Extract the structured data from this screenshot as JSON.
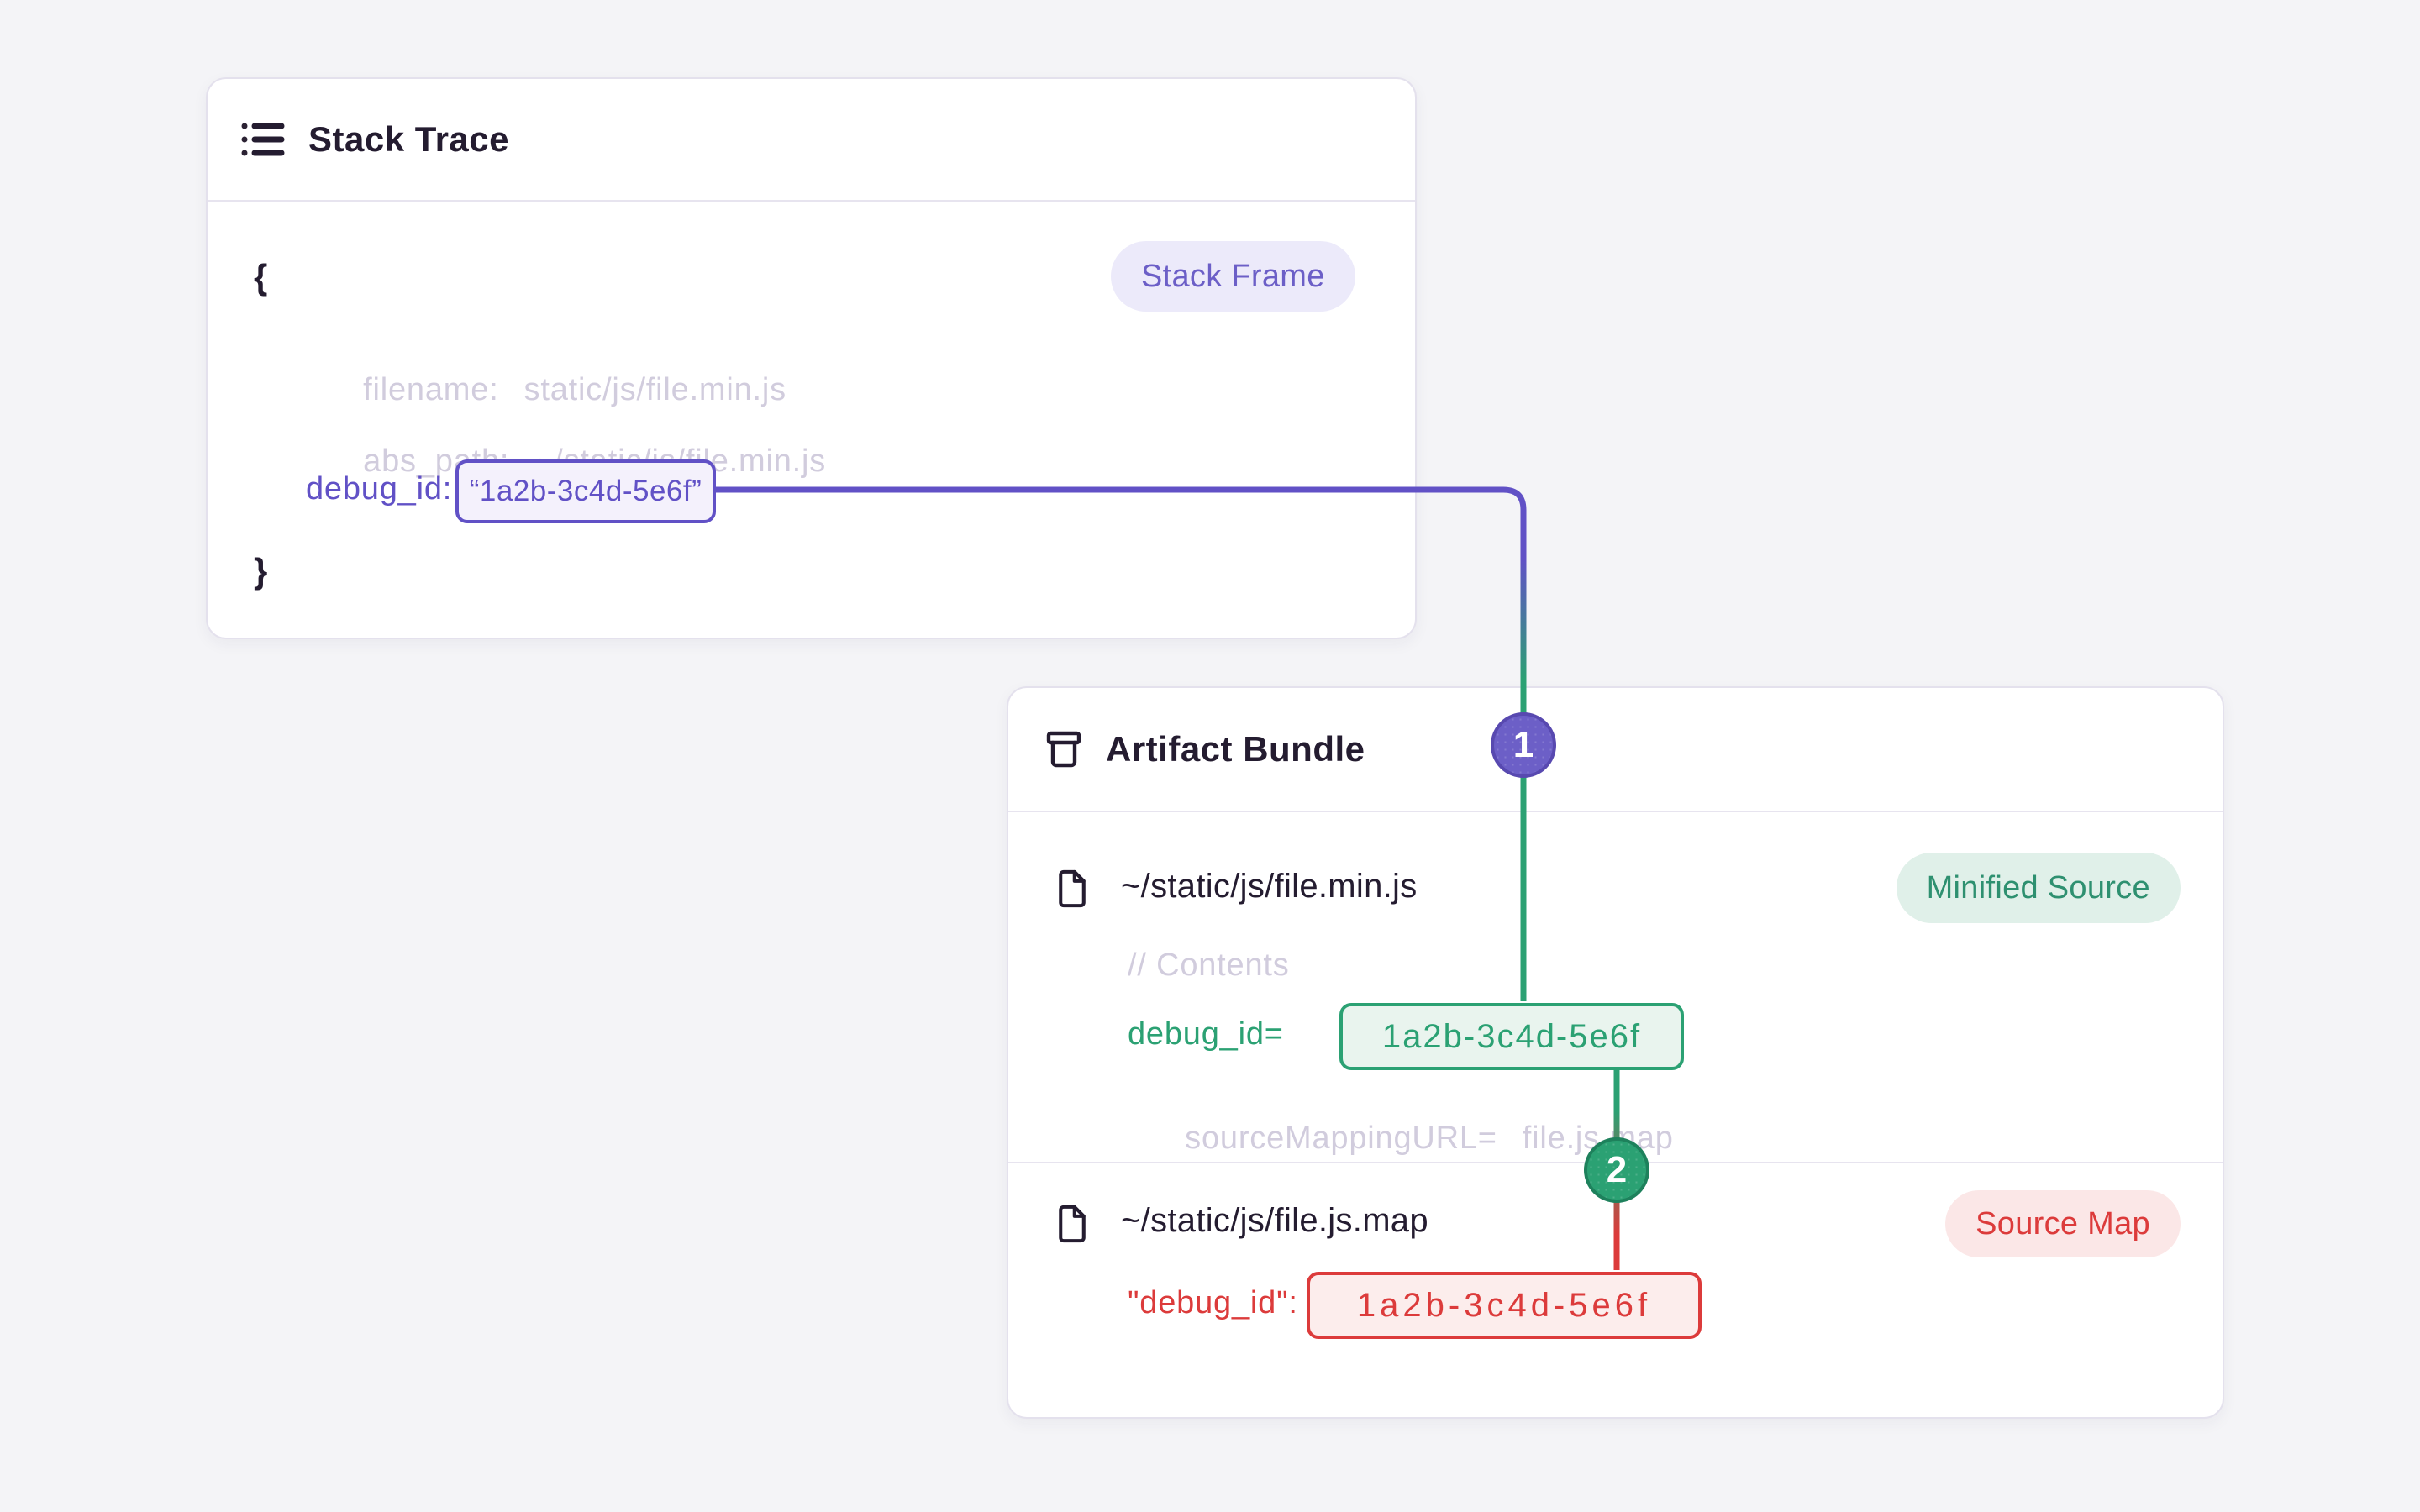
{
  "colors": {
    "page_bg": "#f4f4f7",
    "card_bg": "#ffffff",
    "card_border": "#e4e1ed",
    "divider": "#e7e4ef",
    "dark": "#241c30",
    "code_gray": "#d1ccdd",
    "purple": "#6151c6",
    "purple_box_bg": "#f4f1fc",
    "purple_pill_bg": "#eceafa",
    "purple_pill_text": "#6c5fc7",
    "badge1_bg": "#6c5fc7",
    "badge1_border": "#5849b0",
    "green": "#2ba173",
    "green_box_bg": "#e9f4ee",
    "green_pill_bg": "#e0f0e9",
    "green_pill_text": "#2e9070",
    "badge2_border": "#1e815c",
    "red": "#dc3b3b",
    "red_box_bg": "#fcedec",
    "red_pill_bg": "#fbe7e7"
  },
  "stack_trace": {
    "title": "Stack Trace",
    "frame_badge": "Stack Frame",
    "brace_open": "{",
    "brace_close": "}",
    "fields": [
      {
        "key": "filename:",
        "value": "static/js/file.min.js"
      },
      {
        "key": "abs_path:",
        "value": "~/static/js/file.min.js"
      }
    ],
    "debug_id_key": "debug_id:",
    "debug_id_value": "“1a2b-3c4d-5e6f”"
  },
  "artifact_bundle": {
    "title": "Artifact Bundle",
    "minified": {
      "path": "~/static/js/file.min.js",
      "badge": "Minified Source",
      "comment": "// Contents",
      "debug_key": "debug_id=",
      "debug_value": "1a2b-3c4d-5e6f",
      "mapping_key": "sourceMappingURL=",
      "mapping_value": "file.js.map"
    },
    "sourcemap": {
      "path": "~/static/js/file.js.map",
      "badge": "Source Map",
      "debug_key": "\"debug_id\":",
      "debug_value": "1a2b-3c4d-5e6f"
    }
  },
  "connectors": {
    "step1_label": "1",
    "step2_label": "2"
  }
}
